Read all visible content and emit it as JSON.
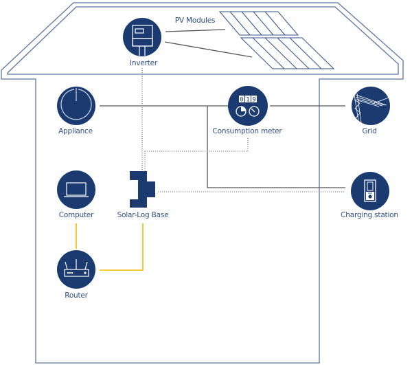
{
  "colors": {
    "node_fill": "#1b3b70",
    "house_outline": "#5b74a6",
    "power_line": "#555555",
    "data_line": "#999999",
    "network_line": "#f5b800",
    "icon_stroke": "#ffffff"
  },
  "labels": {
    "pv_modules": "PV Modules",
    "inverter": "Inverter",
    "appliance": "Appliance",
    "consumption_meter": "Consumption meter",
    "grid": "Grid",
    "computer": "Computer",
    "solar_log_base": "Solar-Log Base",
    "charging_station": "Charging station",
    "router": "Router"
  },
  "meter_display": [
    "0",
    "1",
    "9"
  ]
}
